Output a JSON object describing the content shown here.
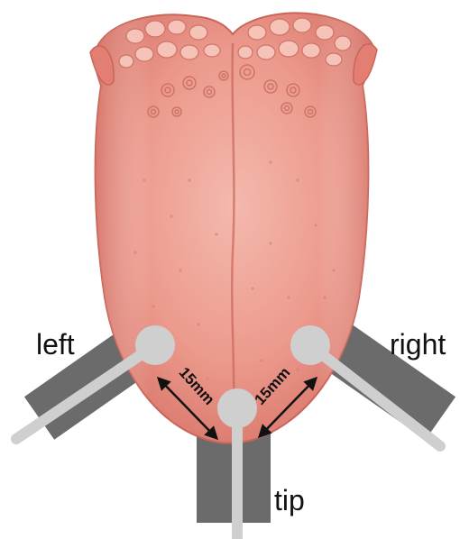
{
  "labels": {
    "left": "left",
    "right": "right",
    "tip": "tip"
  },
  "measurements": {
    "left_distance": "15mm",
    "right_distance": "15mm"
  },
  "colors": {
    "tongue": "#e8897e",
    "tongue_light": "#f2b2a6",
    "tongue_edge": "#c9655a",
    "mount": "#6b6b6b",
    "electrode": "#cfcfcf",
    "arrow": "#111111"
  }
}
